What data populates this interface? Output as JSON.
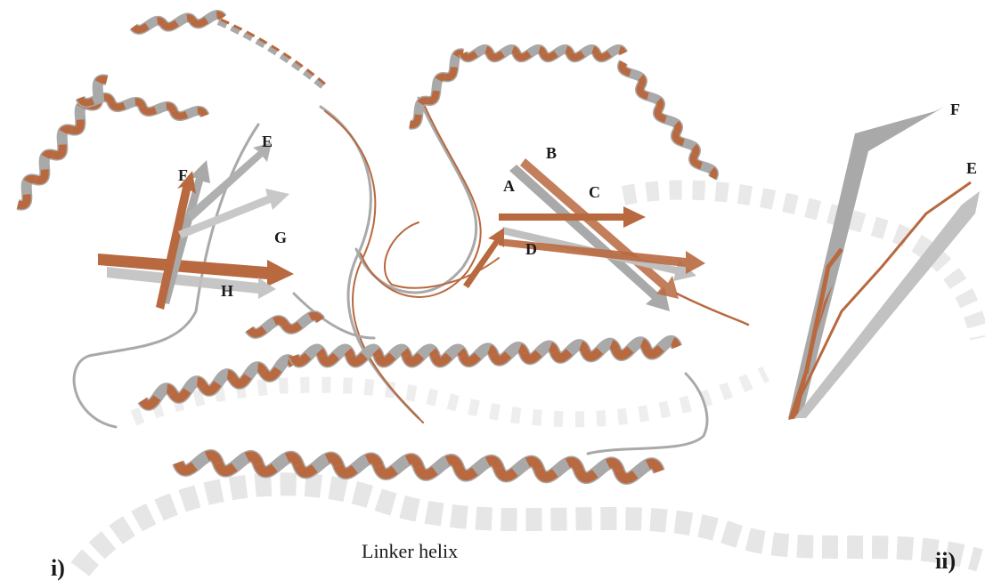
{
  "figure": {
    "panels": [
      {
        "label": "i)"
      },
      {
        "label": "ii)"
      }
    ],
    "strand_labels_main": [
      "A",
      "B",
      "C",
      "D",
      "E",
      "F",
      "G",
      "H"
    ],
    "strand_labels_inset": [
      "F",
      "E"
    ],
    "linker_caption": "Linker helix",
    "colors": {
      "structure_a": "#b8693f",
      "structure_b": "#a9a9a9",
      "background": "#ffffff",
      "watermark": "#e4e4e4",
      "text": "#1a1a1a"
    }
  }
}
